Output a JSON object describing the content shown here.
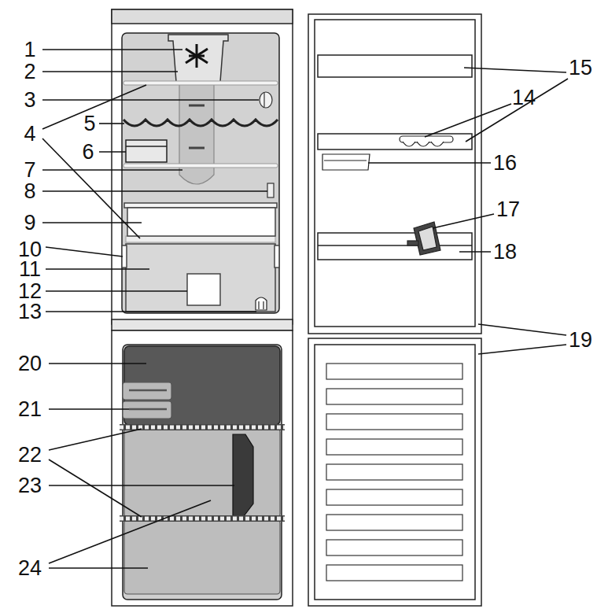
{
  "diagram": {
    "labels": [
      "1",
      "2",
      "3",
      "4",
      "5",
      "6",
      "7",
      "8",
      "9",
      "10",
      "11",
      "12",
      "13",
      "20",
      "21",
      "22",
      "23",
      "24",
      "15",
      "14",
      "16",
      "17",
      "18",
      "19"
    ]
  }
}
